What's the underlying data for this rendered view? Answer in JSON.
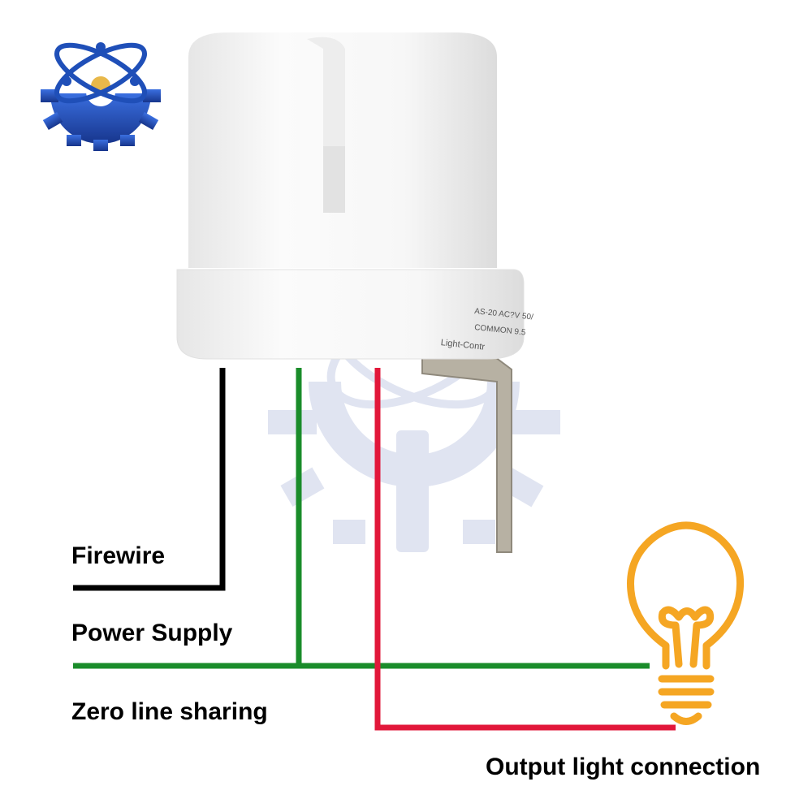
{
  "labels": {
    "firewire": "Firewire",
    "power_supply": "Power Supply",
    "zero_line": "Zero line sharing",
    "output_light": "Output light connection"
  },
  "sensor_print": {
    "line1": "Light-Contr",
    "line2": "AS-20  AC?V 50/",
    "line3": "COMMON 9.5"
  },
  "wires": [
    {
      "name": "firewire-wire",
      "color": "#000000"
    },
    {
      "name": "power-supply-wire",
      "color": "#1a8c2a"
    },
    {
      "name": "output-wire",
      "color": "#e2173a"
    }
  ],
  "colors": {
    "logo_blue": "#1f4fb8",
    "bulb_orange": "#f5a623",
    "watermark": "#c7cfe6"
  },
  "icons": [
    "logo-icon",
    "watermark-logo-icon",
    "light-bulb-icon",
    "photocell-sensor-icon"
  ]
}
